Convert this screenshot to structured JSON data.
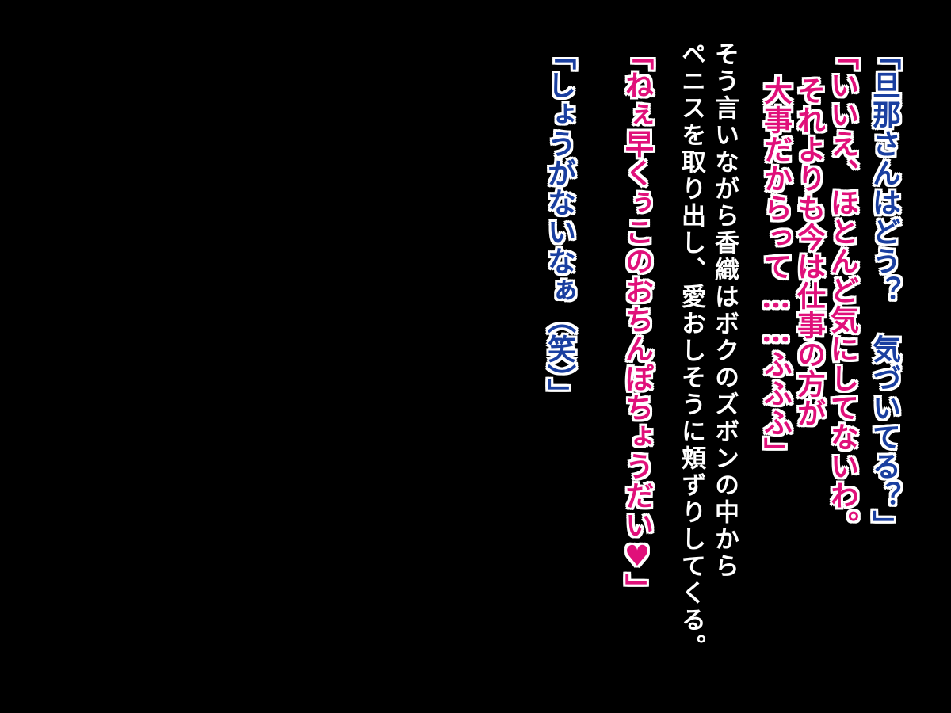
{
  "lines": {
    "l1": "「旦那さんはどう？　気づいてる？」",
    "l2a": "「いいえ、ほとんど気にしてないわ。",
    "l2b": "それよりも今は仕事の方が",
    "l2c": "大事だからって……ふふふ」",
    "n1": "そう言いながら香織はボクのズボンの中から",
    "n2": "ペニスを取り出し、愛おしそうに頬ずりしてくる。",
    "l3": "「ねぇ早くぅこのおちんぽちょうだい♥」",
    "l4": "「しょうがないなぁ（笑）」"
  },
  "colors": {
    "husband": "#1a3fa0",
    "kaori": "#e0107a",
    "narration": "#ffffff",
    "background": "#000000"
  }
}
